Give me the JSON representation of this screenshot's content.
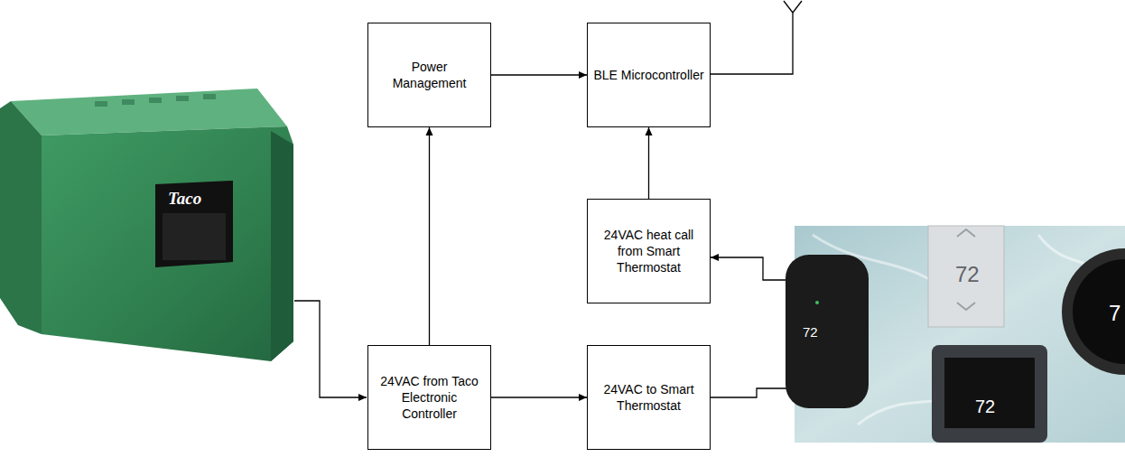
{
  "diagram": {
    "nodes": [
      {
        "text": [
          "Power Management"
        ]
      },
      {
        "text": [
          "BLE Microcontroller"
        ]
      },
      {
        "text": [
          "24VAC heat call from Smart Thermostat"
        ]
      },
      {
        "text": [
          "24VAC from Taco Electronic Controller"
        ]
      },
      {
        "text": [
          "24VAC to Smart Thermostat"
        ]
      }
    ],
    "edges": [
      {
        "from": 0,
        "to": 1,
        "arrow": "to"
      },
      {
        "from": 2,
        "to": 1,
        "arrow": "to"
      },
      {
        "from": 3,
        "to": 0,
        "arrow": "to"
      },
      {
        "from": 3,
        "to": 4,
        "arrow": "to"
      }
    ],
    "labels": [
      "Taco",
      "72",
      "72",
      "72",
      "7"
    ]
  }
}
